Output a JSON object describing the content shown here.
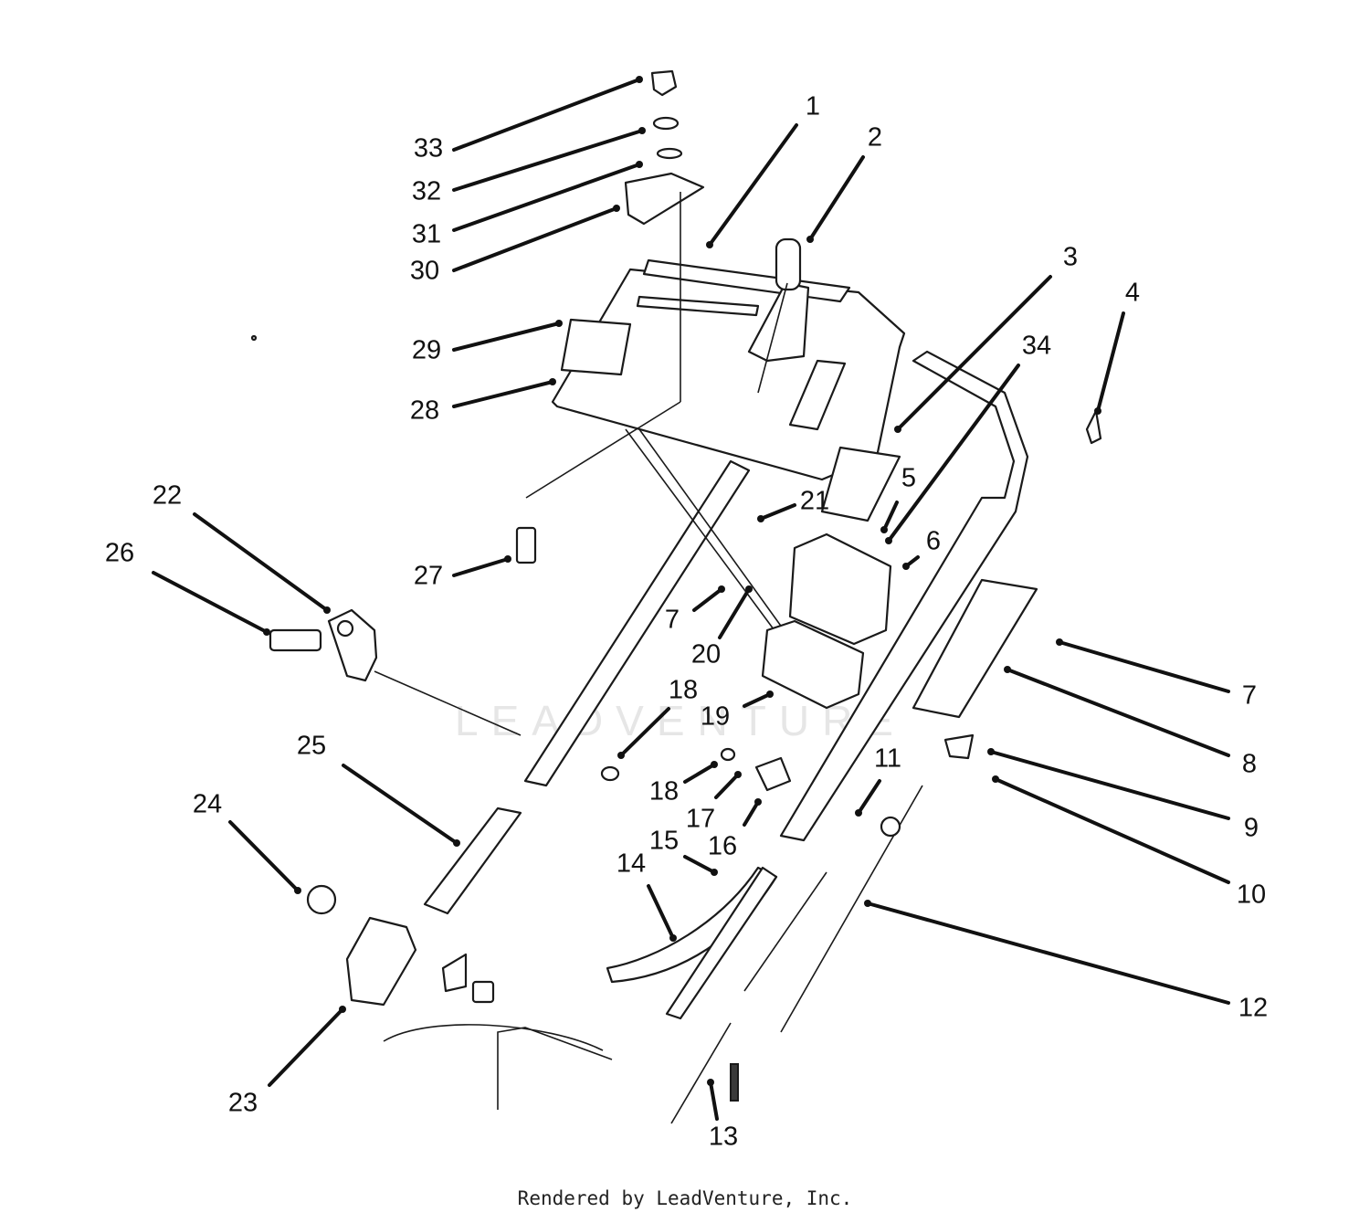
{
  "diagram": {
    "watermark": "LEADVENTURE",
    "footer": "Rendered by LeadVenture, Inc.",
    "callouts": [
      "1",
      "2",
      "3",
      "4",
      "5",
      "6",
      "7",
      "7",
      "8",
      "9",
      "10",
      "11",
      "12",
      "13",
      "14",
      "15",
      "16",
      "17",
      "18",
      "18",
      "19",
      "20",
      "21",
      "22",
      "23",
      "24",
      "25",
      "26",
      "27",
      "28",
      "29",
      "30",
      "31",
      "32",
      "33",
      "34"
    ]
  },
  "colors": {
    "ink": "#111111",
    "paper": "#ffffff",
    "watermark": "#e6e6e6"
  }
}
